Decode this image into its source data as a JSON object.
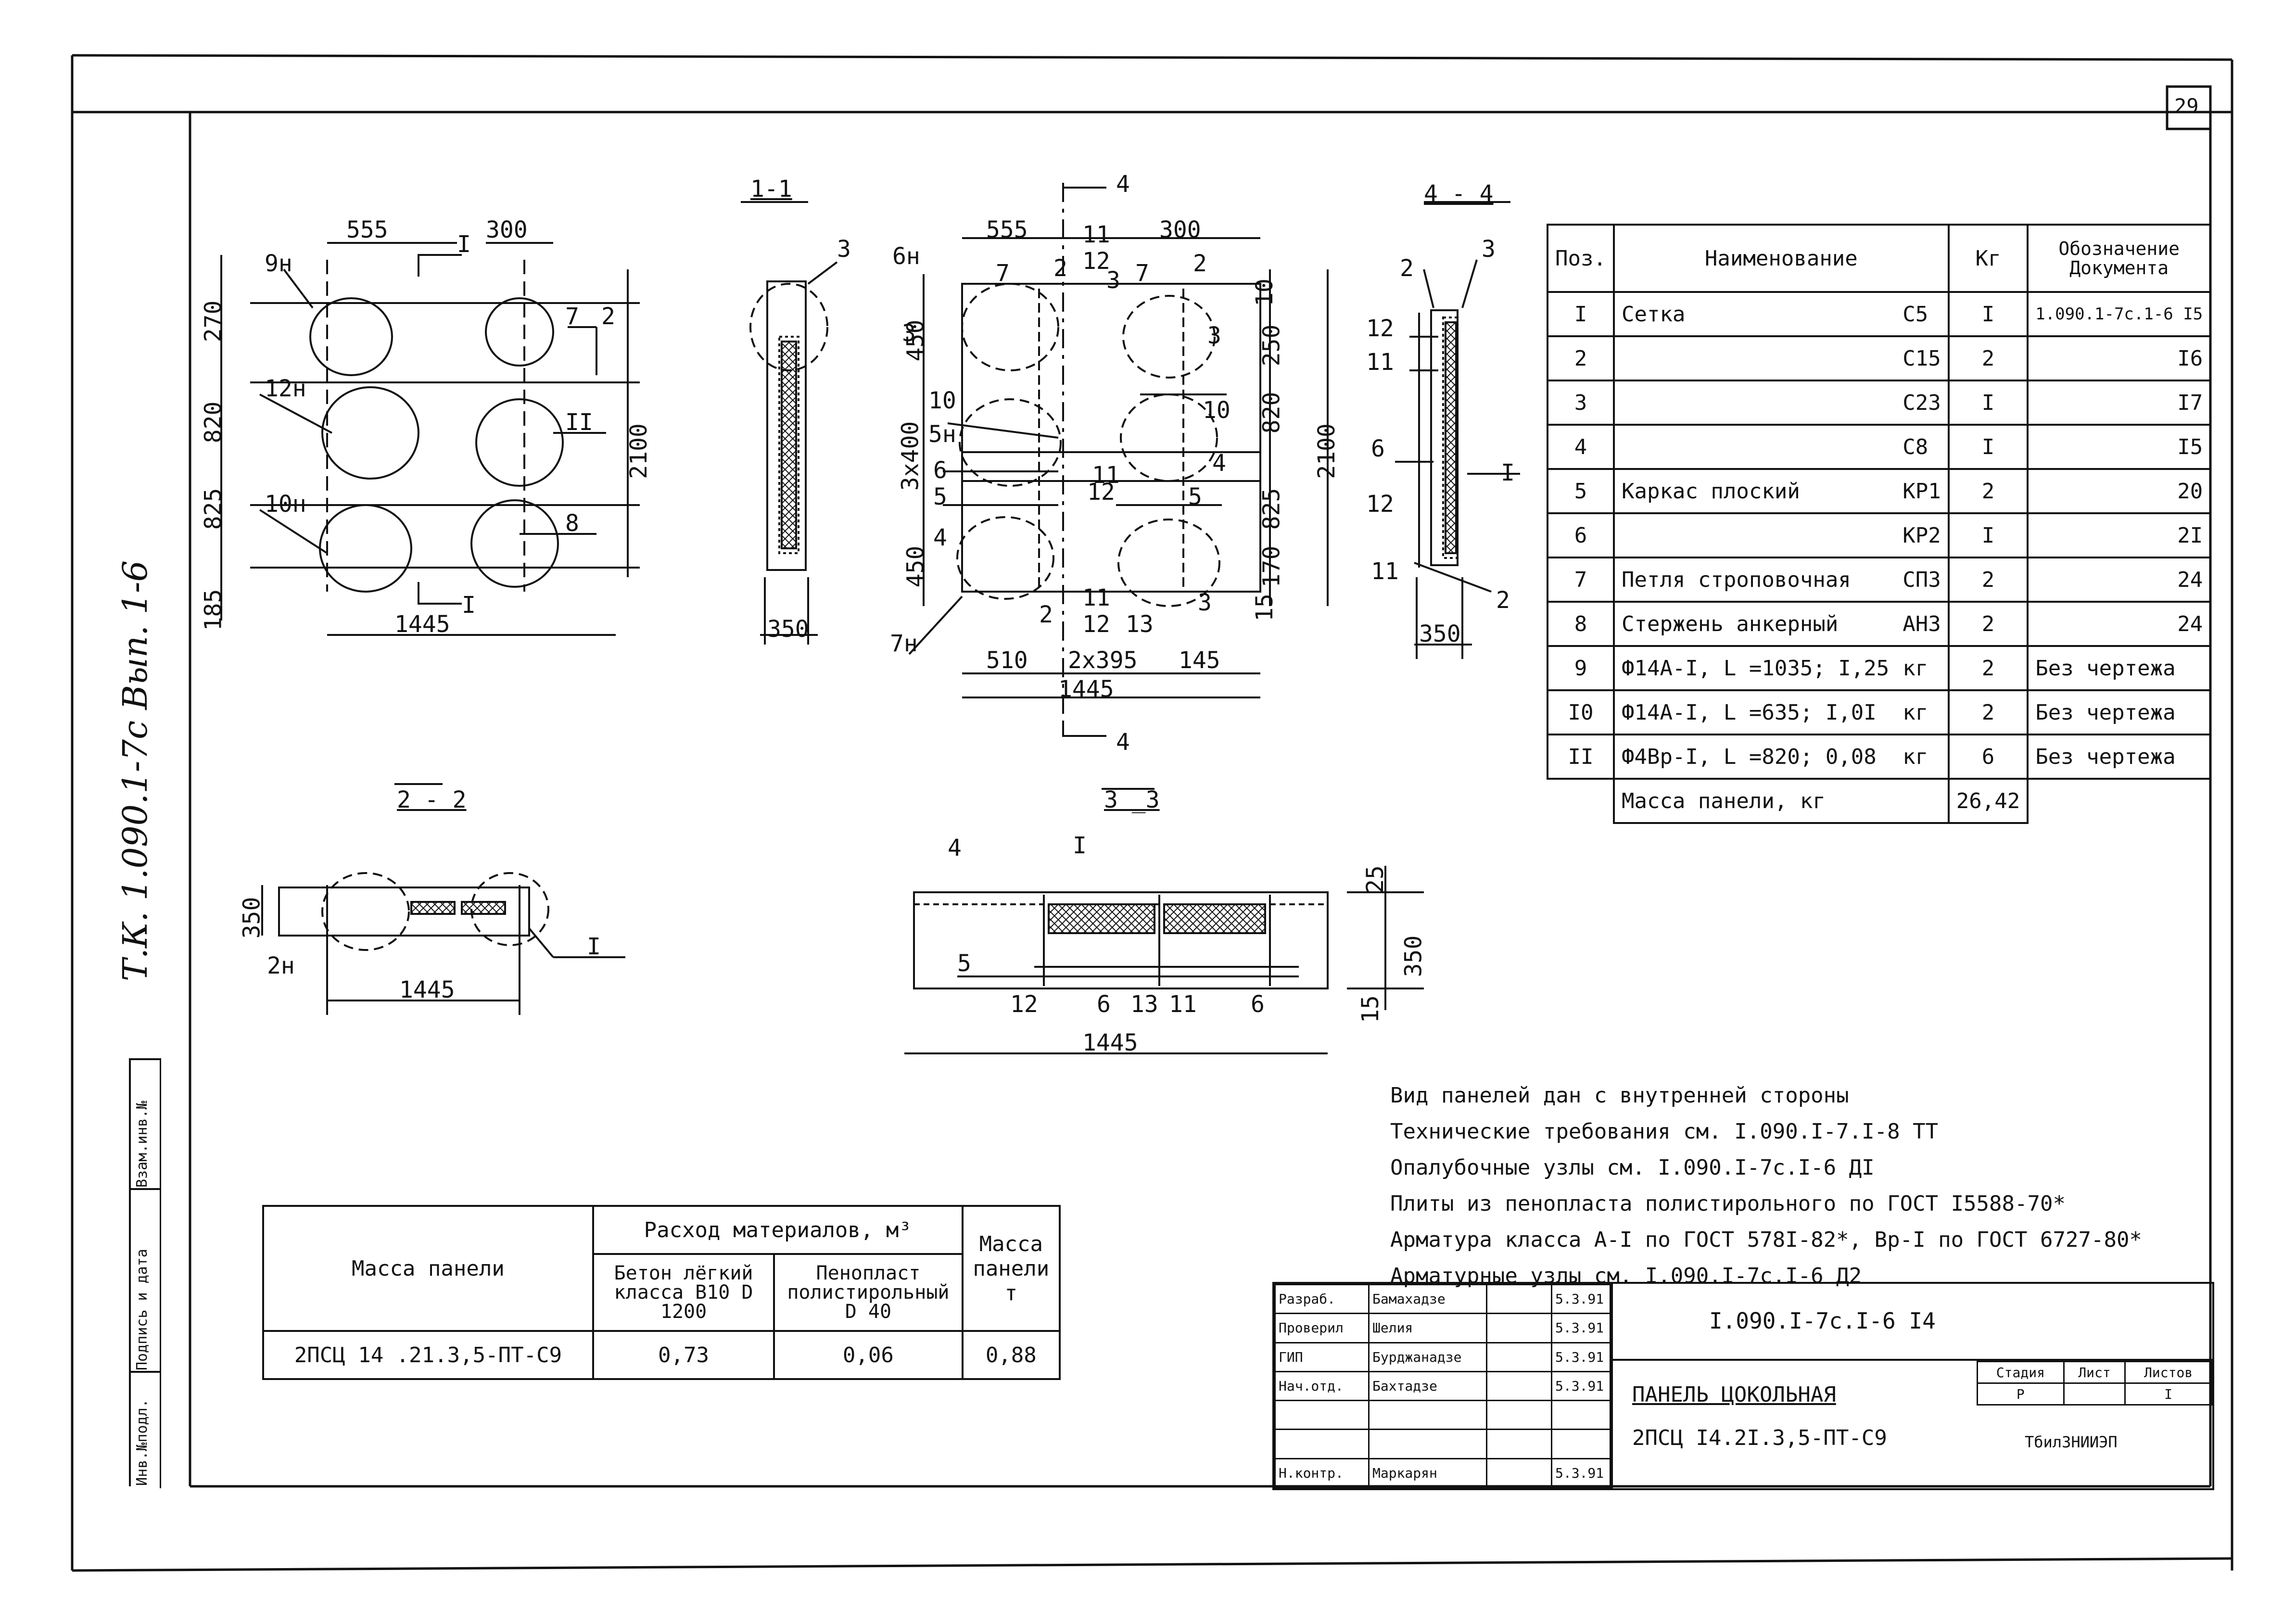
{
  "page": {
    "number": "29",
    "side_stamp": "Т.К. 1.090.1-7с Вып. 1-6"
  },
  "side_stamp_cells": [
    "Инв.№подл.",
    "Подпись и дата",
    "Взам.инв.№"
  ],
  "views": {
    "main_left": {
      "dims": [
        "555",
        "300",
        "270",
        "820",
        "825",
        "185",
        "2100",
        "1445"
      ],
      "labels": [
        "9н",
        "12н",
        "10н",
        "7",
        "2",
        "II",
        "8",
        "I",
        "I"
      ]
    },
    "section_1_1": {
      "title": "1-1",
      "dims": [
        "350"
      ],
      "labels": [
        "3"
      ]
    },
    "main_right": {
      "dims": [
        "555",
        "11",
        "12",
        "300",
        "10",
        "250",
        "820",
        "825",
        "170",
        "15",
        "2100",
        "450",
        "3x400",
        "450",
        "510",
        "2x395",
        "145",
        "1445"
      ],
      "labels": [
        "4",
        "4",
        "6н",
        "7",
        "2",
        "3",
        "7",
        "2",
        "3",
        "3",
        "10",
        "10",
        "5н",
        "4",
        "6",
        "5",
        "5",
        "4",
        "3",
        "7н",
        "2",
        "11",
        "12",
        "13",
        "11",
        "12"
      ]
    },
    "section_4_4": {
      "title": "4 - 4",
      "dims": [
        "350"
      ],
      "labels": [
        "2",
        "3",
        "12",
        "11",
        "6",
        "12",
        "11",
        "2",
        "I"
      ]
    },
    "section_2_2": {
      "title": "2 - 2",
      "dims": [
        "350",
        "1445"
      ],
      "labels": [
        "2н",
        "I"
      ]
    },
    "section_3_3": {
      "title": "3 _3",
      "dims": [
        "25",
        "350",
        "15",
        "1445"
      ],
      "labels": [
        "4",
        "I",
        "5",
        "12",
        "6",
        "13",
        "11",
        "6"
      ]
    }
  },
  "spec": {
    "headers": [
      "Поз.",
      "Наименование",
      "",
      "Кг",
      "Обозначение Документа"
    ],
    "rows": [
      {
        "pos": "I",
        "name": "Сетка",
        "mark": "С5",
        "kg": "I",
        "doc": "1.090.1-7с.1-6 I5"
      },
      {
        "pos": "2",
        "name": "",
        "mark": "С15",
        "kg": "2",
        "doc": "I6"
      },
      {
        "pos": "3",
        "name": "",
        "mark": "С23",
        "kg": "I",
        "doc": "I7"
      },
      {
        "pos": "4",
        "name": "",
        "mark": "С8",
        "kg": "I",
        "doc": "I5"
      },
      {
        "pos": "5",
        "name": "Каркас плоский",
        "mark": "КР1",
        "kg": "2",
        "doc": "20"
      },
      {
        "pos": "6",
        "name": "",
        "mark": "КР2",
        "kg": "I",
        "doc": "2I"
      },
      {
        "pos": "7",
        "name": "Петля строповочная",
        "mark": "СП3",
        "kg": "2",
        "doc": "24"
      },
      {
        "pos": "8",
        "name": "Стержень анкерный",
        "mark": "АН3",
        "kg": "2",
        "doc": "24"
      },
      {
        "pos": "9",
        "name": "Ф14А-I, L =1035; I,25",
        "mark": "кг",
        "kg": "2",
        "doc": "Без чертежа"
      },
      {
        "pos": "I0",
        "name": "Ф14А-I, L =635; I,0I",
        "mark": "кг",
        "kg": "2",
        "doc": "Без чертежа"
      },
      {
        "pos": "II",
        "name": "Ф4Вр-I, L =820; 0,08",
        "mark": "кг",
        "kg": "6",
        "doc": "Без чертежа"
      }
    ],
    "mass_label": "Масса панели,   кг",
    "mass_value": "26,42"
  },
  "notes": [
    "Вид панелей дан с внутренней стороны",
    "Технические требования см. I.090.I-7.I-8 ТТ",
    "Опалубочные узлы см. I.090.I-7с.I-6 ДI",
    "Плиты из пенопласта полистирольного по ГОСТ I5588-70*",
    "Арматура класса А-I по ГОСТ 578I-82*, Вр-I по ГОСТ 6727-80*",
    "Арматурные узлы см. I.090.I-7с.I-6 Д2"
  ],
  "materials": {
    "col1": "Масса панели",
    "group": "Расход материалов, м³",
    "sub1": "Бетон лёгкий класса В10 D 1200",
    "sub2": "Пенопласт полистирольный D 40",
    "col_mass": "Масса панели т",
    "row": {
      "name": "2ПСЦ 14 .21.3,5-ПТ-С9",
      "concrete": "0,73",
      "foam": "0,06",
      "mass": "0,88"
    }
  },
  "title_block": {
    "rows": [
      {
        "role": "Разраб.",
        "name": "Бамахадзе",
        "date": "5.3.91"
      },
      {
        "role": "Проверил",
        "name": "Шелия",
        "date": "5.3.91"
      },
      {
        "role": "ГИП",
        "name": "Бурджанадзе",
        "date": "5.3.91"
      },
      {
        "role": "Нач.отд.",
        "name": "Бахтадзе",
        "date": "5.3.91"
      },
      {
        "role": "",
        "name": "",
        "date": ""
      },
      {
        "role": "",
        "name": "",
        "date": ""
      },
      {
        "role": "Н.контр.",
        "name": "Маркарян",
        "date": "5.3.91"
      }
    ],
    "designation": "I.090.I-7с.I-6 I4",
    "title": "ПАНЕЛЬ ЦОКОЛЬНАЯ",
    "mark": "2ПСЦ I4.2I.3,5-ПТ-С9",
    "stage_label": "Стадия",
    "sheet_label": "Лист",
    "sheets_label": "Листов",
    "stage": "Р",
    "sheet": "",
    "sheets": "I",
    "org": "ТбилЗНИИЭП"
  }
}
